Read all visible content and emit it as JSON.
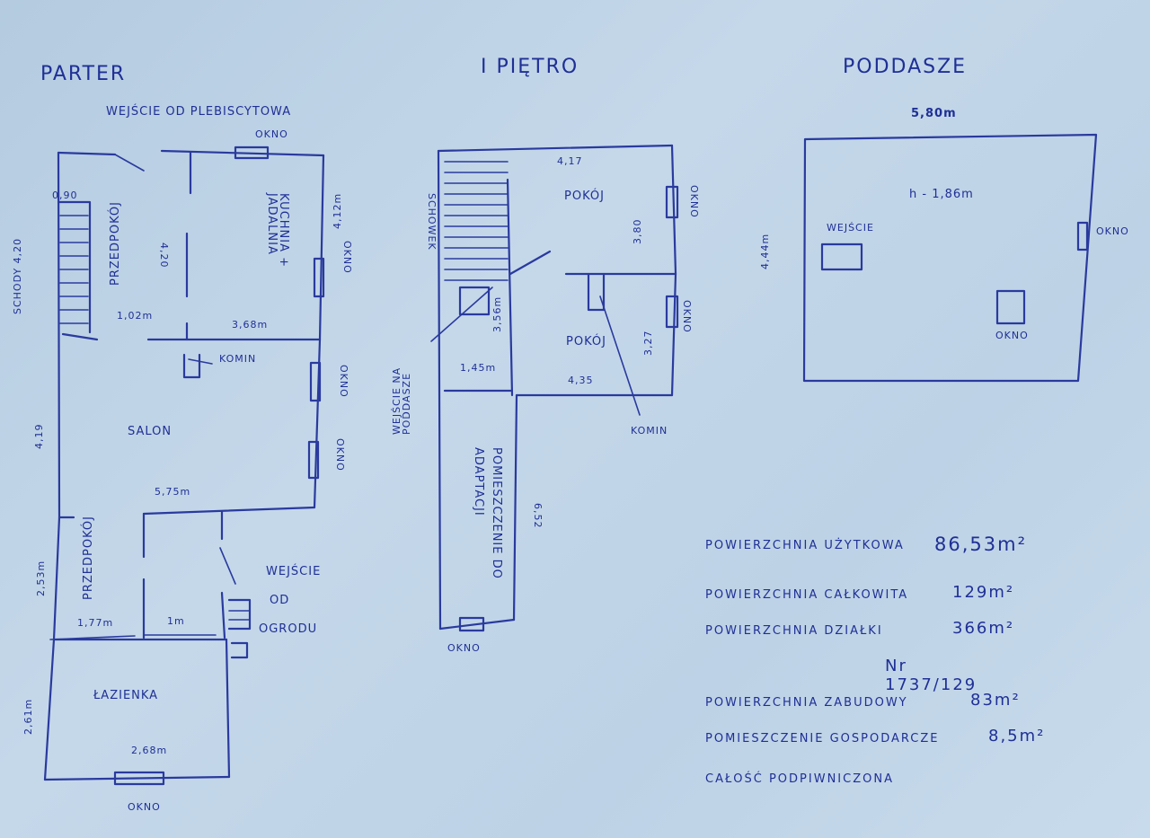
{
  "parter": {
    "title": "PARTER",
    "entrance_top": "WEJŚCIE OD PLEBISCYTOWA",
    "stairs": "SCHODY 4,20",
    "stairs_width": "0,90",
    "przedpokoj_top": "PRZEDPOKÓJ",
    "dim_420": "4,20",
    "dim_102": "1,02m",
    "kuchnia": "KUCHNIA + JADALNIA",
    "dim_412": "4,12m",
    "dim_368": "3,68m",
    "komin": "KOMIN",
    "salon": "SALON",
    "dim_419": "4,19",
    "dim_575": "5,75m",
    "dim_253": "2,53m",
    "przedpokoj_bottom": "PRZEDPOKÓJ",
    "dim_177": "1,77m",
    "dim_1m": "1m",
    "garden_entrance_1": "WEJŚCIE",
    "garden_entrance_2": "OD",
    "garden_entrance_3": "OGRODU",
    "lazienka": "ŁAZIENKA",
    "dim_268": "2,68m",
    "dim_261": "2,61m",
    "okno": "OKNO"
  },
  "pietro": {
    "title": "I PIĘTRO",
    "schowek": "SCHOWEK",
    "dim_417": "4,17",
    "pokoj_1": "POKÓJ",
    "dim_380": "3,80",
    "dim_356": "3,56m",
    "pokoj_2": "POKÓJ",
    "dim_327": "3,27",
    "dim_145": "1,45m",
    "dim_435": "4,35",
    "wejscie_poddasze": "WEJŚCIE NA PODDASZE",
    "komin": "KOMIN",
    "pomieszczenie": "POMIESZCZENIE DO ADAPTACJI",
    "dim_652": "6,52",
    "okno": "OKNO"
  },
  "poddasze": {
    "title": "PODDASZE",
    "width": "5,80m",
    "height_note": "h - 1,86m",
    "wejscie": "WEJŚCIE",
    "depth": "4,44m",
    "okno": "OKNO"
  },
  "stats": [
    {
      "label": "POWIERZCHNIA UŻYTKOWA",
      "value": "86,53m²"
    },
    {
      "label": "POWIERZCHNIA CAŁKOWITA",
      "value": "129m²"
    },
    {
      "label": "POWIERZCHNIA DZIAŁKI",
      "value": "366m²"
    },
    {
      "label": "",
      "value": "Nr 1737/129"
    },
    {
      "label": "POWIERZCHNIA ZABUDOWY",
      "value": "83m²"
    },
    {
      "label": "POMIESZCZENIE GOSPODARCZE",
      "value": "8,5m²"
    },
    {
      "label": "CAŁOŚĆ PODPIWNICZONA",
      "value": ""
    }
  ]
}
